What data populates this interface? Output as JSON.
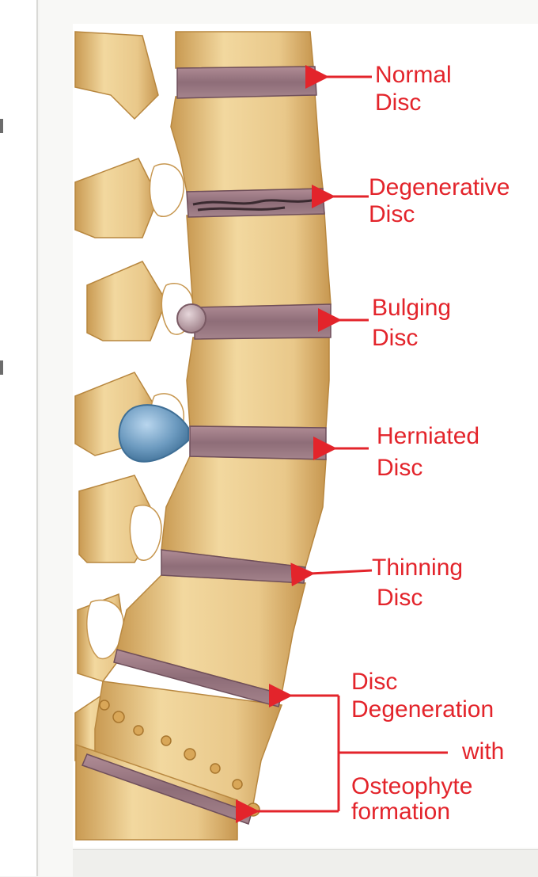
{
  "labels": {
    "normal": {
      "line1": "Normal",
      "line2": "Disc"
    },
    "degenerative": {
      "line1": "Degenerative",
      "line2": "Disc"
    },
    "bulging": {
      "line1": "Bulging",
      "line2": "Disc"
    },
    "herniated": {
      "line1": "Herniated",
      "line2": "Disc"
    },
    "thinning": {
      "line1": "Thinning",
      "line2": "Disc"
    },
    "osteophyte": {
      "line1": "Disc",
      "line2": "Degeneration",
      "line3": "with",
      "line4": "Osteophyte",
      "line5": "formation"
    }
  },
  "colors": {
    "label_red": "#e3242b",
    "bone": "#e9c88a",
    "bone_dark": "#c99a52",
    "disc": "#8e6d78",
    "herniation": "#6d9bc0"
  }
}
